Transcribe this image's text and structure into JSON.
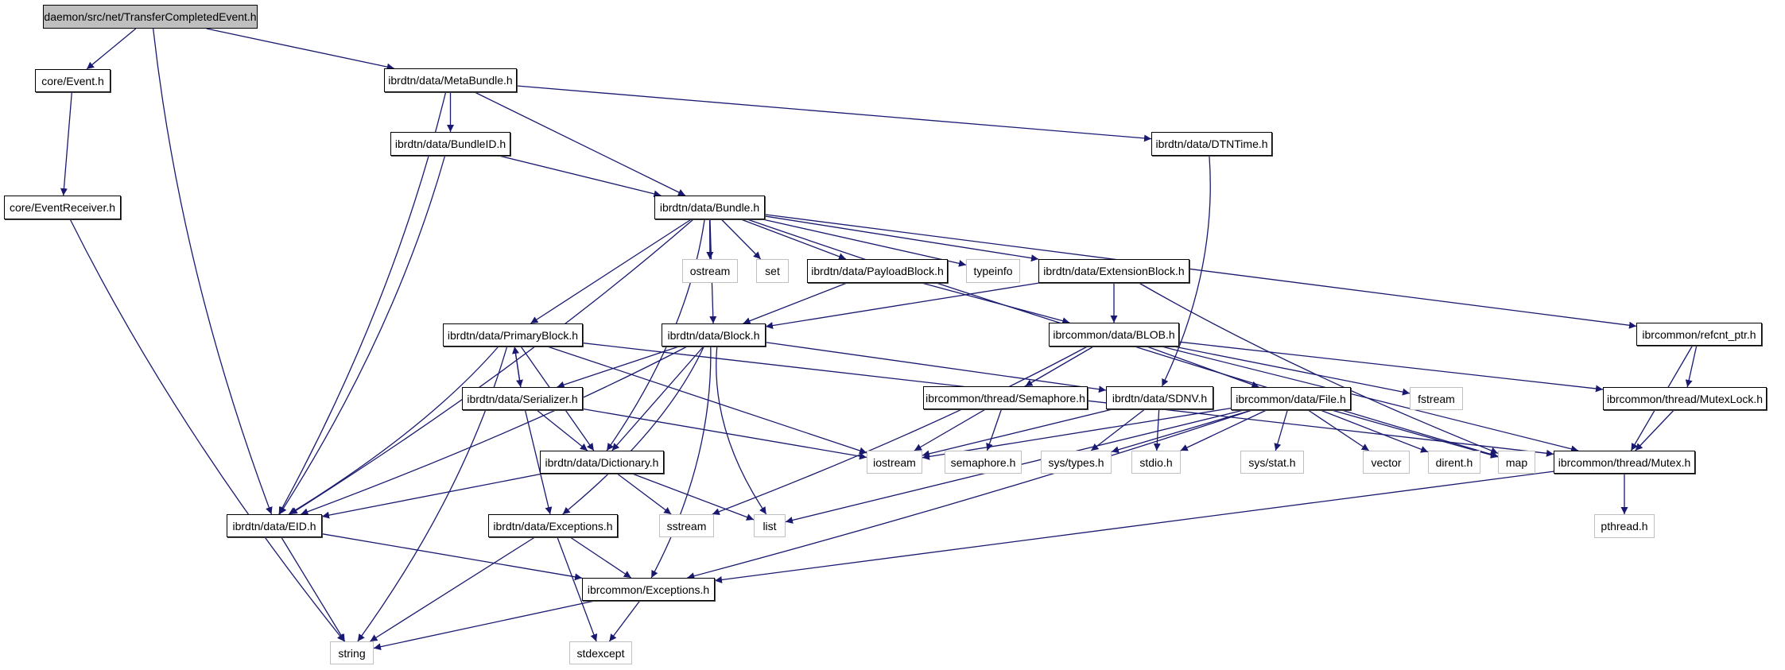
{
  "title": "daemon/src/net/TransferCompletedEvent.h",
  "colors": {
    "edge": "#191970",
    "root_fill": "#bfbfbf",
    "external_border": "#bfbfbf",
    "project_border": "#000000"
  },
  "nodes": [
    {
      "id": "root",
      "label": "daemon/src/net/TransferCompletedEvent.h",
      "kind": "root"
    },
    {
      "id": "event",
      "label": "core/Event.h",
      "kind": "proj"
    },
    {
      "id": "eventreceiver",
      "label": "core/EventReceiver.h",
      "kind": "proj"
    },
    {
      "id": "metabundle",
      "label": "ibrdtn/data/MetaBundle.h",
      "kind": "proj"
    },
    {
      "id": "bundleid",
      "label": "ibrdtn/data/BundleID.h",
      "kind": "proj"
    },
    {
      "id": "dtntime",
      "label": "ibrdtn/data/DTNTime.h",
      "kind": "proj"
    },
    {
      "id": "bundle",
      "label": "ibrdtn/data/Bundle.h",
      "kind": "proj"
    },
    {
      "id": "ostream",
      "label": "ostream",
      "kind": "ext"
    },
    {
      "id": "set",
      "label": "set",
      "kind": "ext"
    },
    {
      "id": "payloadblock",
      "label": "ibrdtn/data/PayloadBlock.h",
      "kind": "proj"
    },
    {
      "id": "typeinfo",
      "label": "typeinfo",
      "kind": "ext"
    },
    {
      "id": "extensionblock",
      "label": "ibrdtn/data/ExtensionBlock.h",
      "kind": "proj"
    },
    {
      "id": "primaryblock",
      "label": "ibrdtn/data/PrimaryBlock.h",
      "kind": "proj"
    },
    {
      "id": "block",
      "label": "ibrdtn/data/Block.h",
      "kind": "proj"
    },
    {
      "id": "blob",
      "label": "ibrcommon/data/BLOB.h",
      "kind": "proj"
    },
    {
      "id": "refcnt",
      "label": "ibrcommon/refcnt_ptr.h",
      "kind": "proj"
    },
    {
      "id": "serializer",
      "label": "ibrdtn/data/Serializer.h",
      "kind": "proj"
    },
    {
      "id": "semaphore",
      "label": "ibrcommon/thread/Semaphore.h",
      "kind": "proj"
    },
    {
      "id": "sdnv",
      "label": "ibrdtn/data/SDNV.h",
      "kind": "proj"
    },
    {
      "id": "file",
      "label": "ibrcommon/data/File.h",
      "kind": "proj"
    },
    {
      "id": "fstream",
      "label": "fstream",
      "kind": "ext"
    },
    {
      "id": "mutexlock",
      "label": "ibrcommon/thread/MutexLock.h",
      "kind": "proj"
    },
    {
      "id": "dictionary",
      "label": "ibrdtn/data/Dictionary.h",
      "kind": "proj"
    },
    {
      "id": "iostream",
      "label": "iostream",
      "kind": "ext"
    },
    {
      "id": "semaphore_h",
      "label": "semaphore.h",
      "kind": "ext"
    },
    {
      "id": "systypes",
      "label": "sys/types.h",
      "kind": "ext"
    },
    {
      "id": "stdio",
      "label": "stdio.h",
      "kind": "ext"
    },
    {
      "id": "sysstat",
      "label": "sys/stat.h",
      "kind": "ext"
    },
    {
      "id": "vector",
      "label": "vector",
      "kind": "ext"
    },
    {
      "id": "dirent",
      "label": "dirent.h",
      "kind": "ext"
    },
    {
      "id": "map",
      "label": "map",
      "kind": "ext"
    },
    {
      "id": "mutex",
      "label": "ibrcommon/thread/Mutex.h",
      "kind": "proj"
    },
    {
      "id": "eid",
      "label": "ibrdtn/data/EID.h",
      "kind": "proj"
    },
    {
      "id": "exceptions",
      "label": "ibrdtn/data/Exceptions.h",
      "kind": "proj"
    },
    {
      "id": "sstream",
      "label": "sstream",
      "kind": "ext"
    },
    {
      "id": "list",
      "label": "list",
      "kind": "ext"
    },
    {
      "id": "pthread",
      "label": "pthread.h",
      "kind": "ext"
    },
    {
      "id": "cexceptions",
      "label": "ibrcommon/Exceptions.h",
      "kind": "proj"
    },
    {
      "id": "string",
      "label": "string",
      "kind": "ext"
    },
    {
      "id": "stdexcept",
      "label": "stdexcept",
      "kind": "ext"
    }
  ],
  "edges": [
    [
      "root",
      "event"
    ],
    [
      "root",
      "metabundle"
    ],
    [
      "root",
      "eid"
    ],
    [
      "event",
      "eventreceiver"
    ],
    [
      "eventreceiver",
      "string"
    ],
    [
      "metabundle",
      "bundleid"
    ],
    [
      "metabundle",
      "bundle"
    ],
    [
      "metabundle",
      "dtntime"
    ],
    [
      "metabundle",
      "eid"
    ],
    [
      "bundleid",
      "bundle"
    ],
    [
      "bundleid",
      "eid"
    ],
    [
      "dtntime",
      "sdnv"
    ],
    [
      "bundle",
      "ostream"
    ],
    [
      "bundle",
      "set"
    ],
    [
      "bundle",
      "payloadblock"
    ],
    [
      "bundle",
      "typeinfo"
    ],
    [
      "bundle",
      "extensionblock"
    ],
    [
      "bundle",
      "primaryblock"
    ],
    [
      "bundle",
      "block"
    ],
    [
      "bundle",
      "dictionary"
    ],
    [
      "bundle",
      "eid"
    ],
    [
      "bundle",
      "refcnt"
    ],
    [
      "bundle",
      "map"
    ],
    [
      "payloadblock",
      "block"
    ],
    [
      "payloadblock",
      "blob"
    ],
    [
      "extensionblock",
      "block"
    ],
    [
      "extensionblock",
      "blob"
    ],
    [
      "extensionblock",
      "map"
    ],
    [
      "primaryblock",
      "serializer"
    ],
    [
      "primaryblock",
      "dictionary"
    ],
    [
      "primaryblock",
      "eid"
    ],
    [
      "primaryblock",
      "string"
    ],
    [
      "primaryblock",
      "iostream"
    ],
    [
      "primaryblock",
      "mutex"
    ],
    [
      "block",
      "serializer"
    ],
    [
      "block",
      "sdnv"
    ],
    [
      "block",
      "dictionary"
    ],
    [
      "block",
      "eid"
    ],
    [
      "block",
      "list"
    ],
    [
      "block",
      "exceptions"
    ],
    [
      "block",
      "cexceptions"
    ],
    [
      "serializer",
      "primaryblock"
    ],
    [
      "serializer",
      "dictionary"
    ],
    [
      "serializer",
      "exceptions"
    ],
    [
      "serializer",
      "iostream"
    ],
    [
      "blob",
      "semaphore"
    ],
    [
      "blob",
      "file"
    ],
    [
      "blob",
      "fstream"
    ],
    [
      "blob",
      "mutexlock"
    ],
    [
      "blob",
      "mutex"
    ],
    [
      "blob",
      "iostream"
    ],
    [
      "blob",
      "sstream"
    ],
    [
      "refcnt",
      "mutexlock"
    ],
    [
      "refcnt",
      "mutex"
    ],
    [
      "semaphore",
      "semaphore_h"
    ],
    [
      "sdnv",
      "iostream"
    ],
    [
      "sdnv",
      "systypes"
    ],
    [
      "sdnv",
      "stdio"
    ],
    [
      "file",
      "iostream"
    ],
    [
      "file",
      "systypes"
    ],
    [
      "file",
      "stdio"
    ],
    [
      "file",
      "sysstat"
    ],
    [
      "file",
      "vector"
    ],
    [
      "file",
      "dirent"
    ],
    [
      "file",
      "map"
    ],
    [
      "file",
      "list"
    ],
    [
      "file",
      "cexceptions"
    ],
    [
      "mutexlock",
      "mutex"
    ],
    [
      "mutex",
      "pthread"
    ],
    [
      "mutex",
      "cexceptions"
    ],
    [
      "dictionary",
      "eid"
    ],
    [
      "dictionary",
      "sstream"
    ],
    [
      "dictionary",
      "list"
    ],
    [
      "eid",
      "string"
    ],
    [
      "eid",
      "cexceptions"
    ],
    [
      "exceptions",
      "string"
    ],
    [
      "exceptions",
      "cexceptions"
    ],
    [
      "exceptions",
      "stdexcept"
    ],
    [
      "cexceptions",
      "string"
    ],
    [
      "cexceptions",
      "stdexcept"
    ]
  ]
}
